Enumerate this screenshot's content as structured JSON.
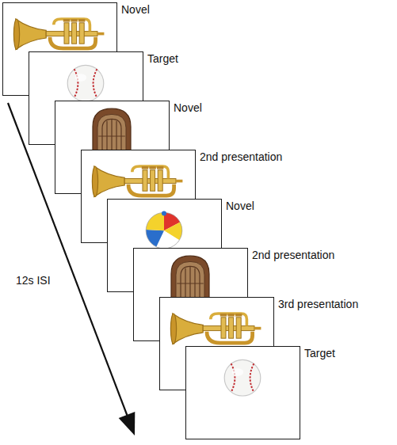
{
  "diagram": {
    "nodes": [
      {
        "text": [
          "Novel"
        ]
      },
      {
        "text": [
          "Target"
        ]
      },
      {
        "text": [
          "Novel"
        ]
      },
      {
        "text": [
          "2nd presentation"
        ]
      },
      {
        "text": [
          "Novel"
        ]
      },
      {
        "text": [
          "2nd presentation"
        ]
      },
      {
        "text": [
          "3rd presentation"
        ]
      },
      {
        "text": [
          "Target"
        ]
      }
    ],
    "labels": [
      "12s ISI"
    ]
  }
}
